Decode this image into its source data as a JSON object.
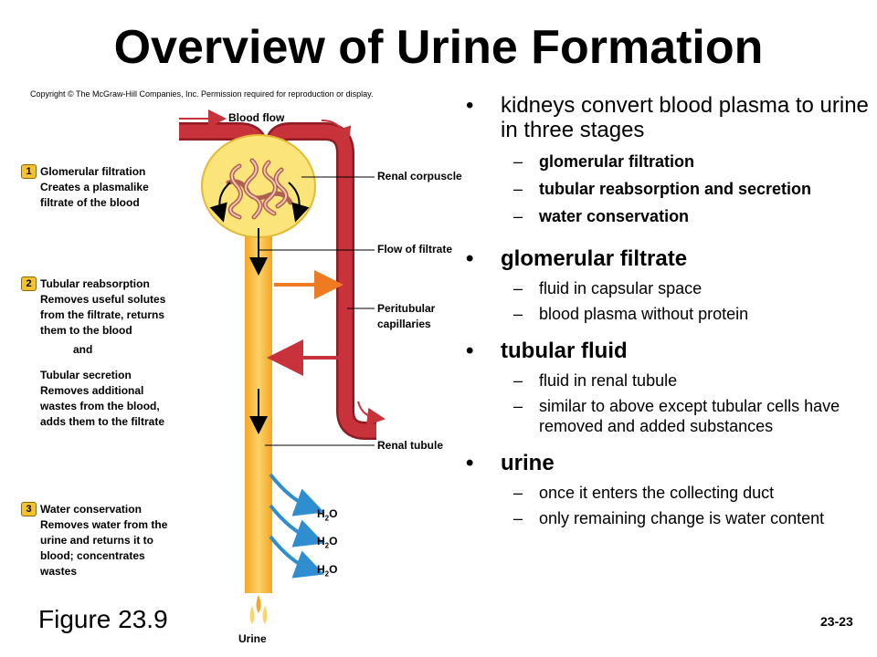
{
  "title": "Overview of Urine Formation",
  "copyright": "Copyright © The McGraw-Hill Companies, Inc. Permission required for reproduction or display.",
  "figure_label": "Figure 23.9",
  "slide_number": "23-23",
  "diagram": {
    "blood_flow": "Blood flow",
    "renal_corpuscle": "Renal corpuscle",
    "flow_of_filtrate": "Flow of filtrate",
    "peritubular_1": "Peritubular",
    "peritubular_2": "capillaries",
    "renal_tubule": "Renal tubule",
    "urine": "Urine",
    "h2o_h": "H",
    "h2o_2": "2",
    "h2o_o": "O",
    "steps": [
      {
        "num": "1",
        "lines": [
          "Glomerular filtration",
          "Creates a plasmalike",
          "filtrate of the blood"
        ]
      },
      {
        "num": "2",
        "lines": [
          "Tubular reabsorption",
          "Removes useful solutes",
          "from the filtrate, returns",
          "them to the blood"
        ]
      },
      {
        "and": "and"
      },
      {
        "lines": [
          "Tubular secretion",
          "Removes additional",
          "wastes from the blood,",
          "adds them to the filtrate"
        ]
      },
      {
        "num": "3",
        "lines": [
          "Water conservation",
          "Removes water from the",
          "urine and returns it to",
          "blood; concentrates",
          "wastes"
        ]
      }
    ]
  },
  "colors": {
    "vessel": "#c8323b",
    "vessel_dark": "#8f1c22",
    "tubule": "#f5a623",
    "tubule_light": "#fcd26a",
    "corpuscle": "#fbe57a",
    "water_arrow": "#2e8ed0",
    "orange_arrow": "#ee7a22"
  },
  "bullets": [
    {
      "text": "kidneys convert blood plasma to urine in three stages",
      "bold": false,
      "subs": [
        {
          "text": "glomerular filtration",
          "bold": true
        },
        {
          "text": "tubular reabsorption and secretion",
          "bold": true
        },
        {
          "text": "water conservation",
          "bold": true
        }
      ]
    },
    {
      "text": "glomerular filtrate",
      "bold": true,
      "subs": [
        {
          "text": "fluid in capsular space",
          "bold": false
        },
        {
          "text": "blood plasma without protein",
          "bold": false
        }
      ]
    },
    {
      "text": "tubular fluid",
      "bold": true,
      "subs": [
        {
          "text": "fluid in renal tubule",
          "bold": false
        },
        {
          "text": "similar to above except tubular cells have removed and added substances",
          "bold": false
        }
      ]
    },
    {
      "text": "urine",
      "bold": true,
      "subs": [
        {
          "text": "once it enters the collecting duct",
          "bold": false
        },
        {
          "text": "only remaining change is water content",
          "bold": false
        }
      ]
    }
  ]
}
